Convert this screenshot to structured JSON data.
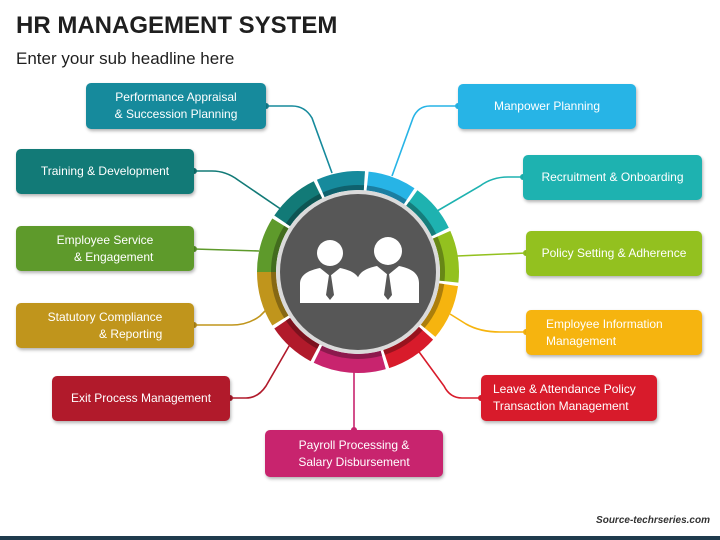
{
  "header": {
    "title": "HR MANAGEMENT SYSTEM",
    "subtitle": "Enter your sub headline here"
  },
  "center": {
    "icon": "two-businessmen-icon"
  },
  "items": [
    {
      "key": "performance",
      "label": "Performance Appraisal\n& Succession Planning",
      "color": "#168a9c"
    },
    {
      "key": "manpower",
      "label": "Manpower Planning",
      "color": "#27b4e6"
    },
    {
      "key": "training",
      "label": "Training & Development",
      "color": "#127a77"
    },
    {
      "key": "recruitment",
      "label": "Recruitment & Onboarding",
      "color": "#1eb2b0"
    },
    {
      "key": "employee-service",
      "label": "Employee Service\n& Engagement",
      "color": "#5e9a2b"
    },
    {
      "key": "policy",
      "label": "Policy Setting & Adherence",
      "color": "#93c11f"
    },
    {
      "key": "statutory",
      "label": "Statutory Compliance\n& Reporting",
      "color": "#c0951c"
    },
    {
      "key": "employee-info",
      "label": "Employee Information\nManagement",
      "color": "#f6b40f"
    },
    {
      "key": "exit",
      "label": "Exit Process Management",
      "color": "#b11a2b"
    },
    {
      "key": "leave",
      "label": "Leave & Attendance Policy\nTransaction Management",
      "color": "#d81b2b"
    },
    {
      "key": "payroll",
      "label": "Payroll Processing &\nSalary Disbursement",
      "color": "#c8246e"
    }
  ],
  "footer": {
    "source": "Source-techrseries.com"
  }
}
